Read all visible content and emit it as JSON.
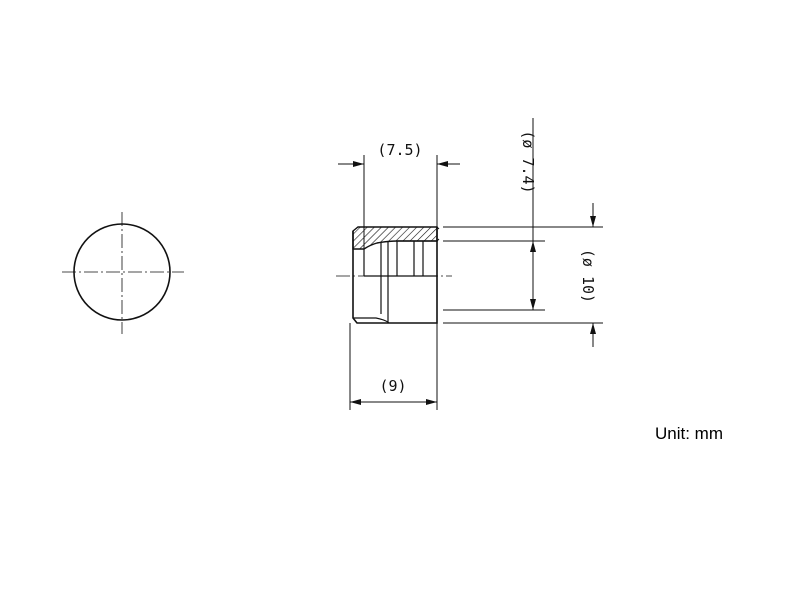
{
  "dimensions": {
    "outer_width_top": "(7.5)",
    "total_length": "(9)",
    "diameter_inner": "(ø 7.4)",
    "diameter_outer": "(ø 10)"
  },
  "unit_label": "Unit: mm"
}
